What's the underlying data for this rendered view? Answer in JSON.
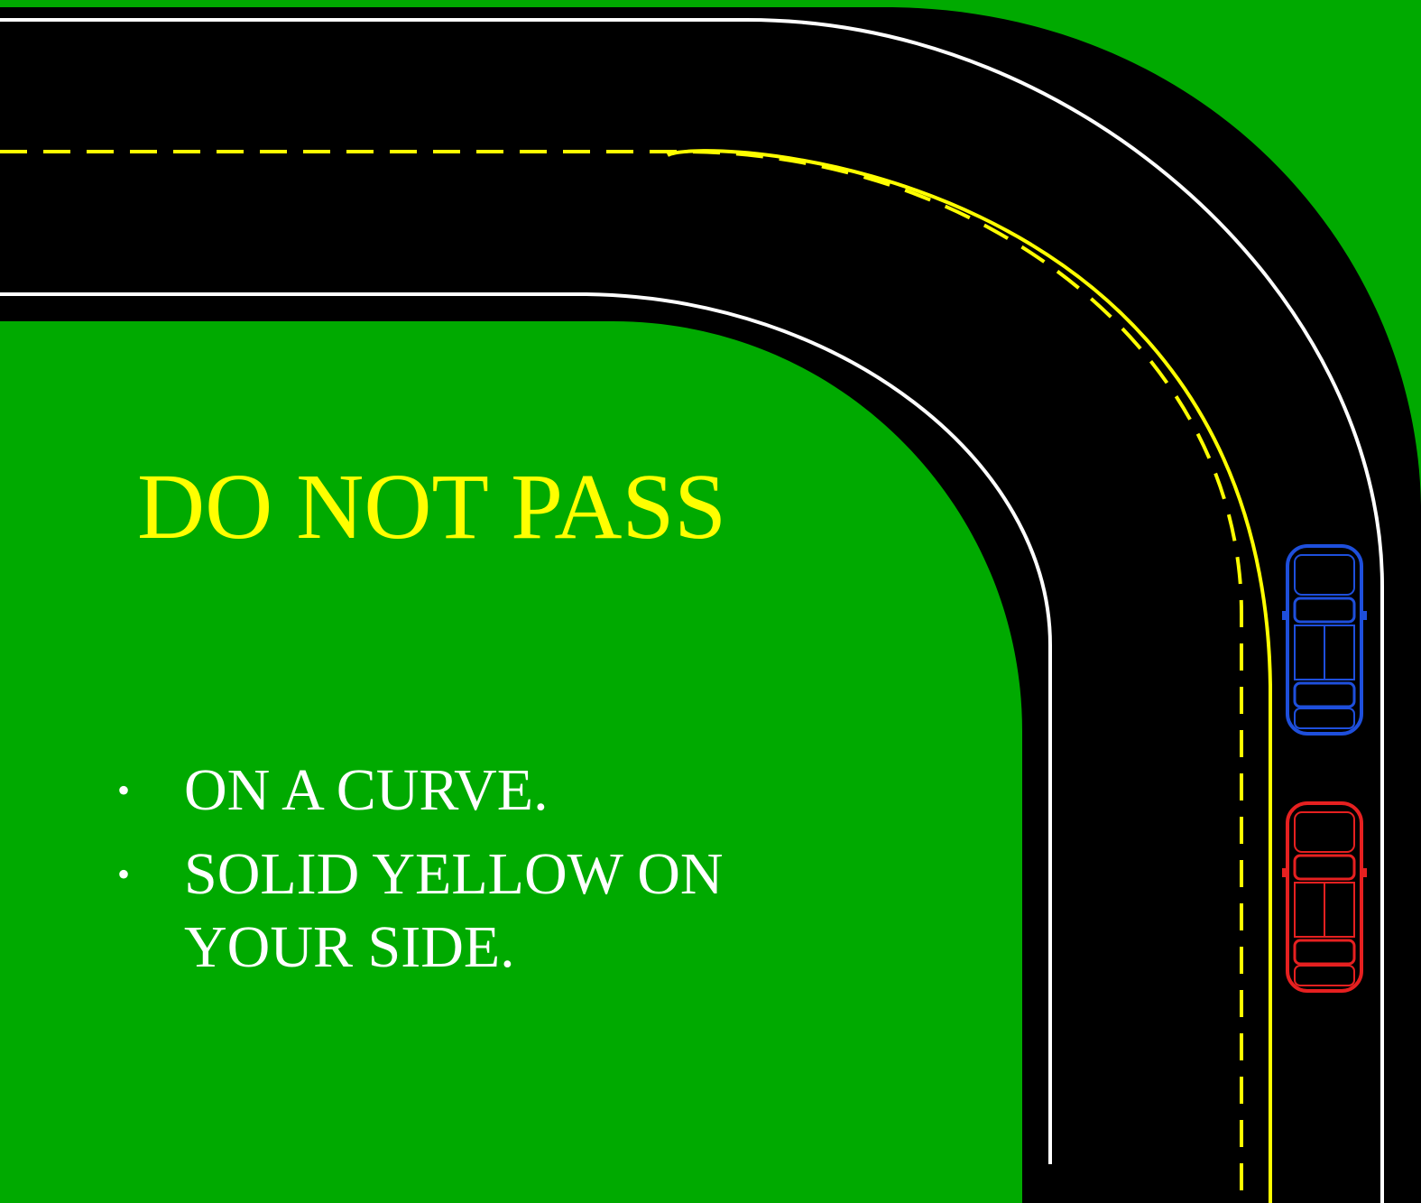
{
  "slide": {
    "title": "DO NOT PASS",
    "bullets": [
      "ON A CURVE.",
      "SOLID YELLOW ON YOUR SIDE."
    ]
  },
  "colors": {
    "background": "#00aa00",
    "road": "#000000",
    "edge_line": "#ffffff",
    "center_line": "#ffff00",
    "title_text": "#ffff00",
    "bullet_text": "#ffffff",
    "car_front": "#1e4fdc",
    "car_behind": "#e62020"
  },
  "icons": {
    "bullet": "•",
    "car_front": "blue-car-icon",
    "car_behind": "red-car-icon"
  }
}
